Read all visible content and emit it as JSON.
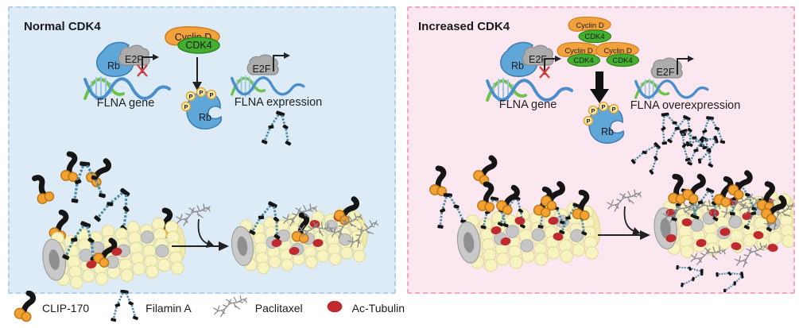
{
  "panels": {
    "left": {
      "title": "Normal CDK4",
      "flna_gene_label": "FLNA gene",
      "flna_expression_label": "FLNA expression"
    },
    "right": {
      "title": "Increased CDK4",
      "flna_gene_label": "FLNA gene",
      "flna_overexpression_label": "FLNA overexpression"
    }
  },
  "molecules": {
    "rb": "Rb",
    "e2f": "E2F",
    "cyclin_d": "Cyclin D",
    "cdk4": "CDK4",
    "phosphate": "P"
  },
  "legend": {
    "items": [
      {
        "name": "clip-170",
        "label": "CLIP-170"
      },
      {
        "name": "filamin-a",
        "label": "Filamin A"
      },
      {
        "name": "paclitaxel",
        "label": "Paclitaxel"
      },
      {
        "name": "ac-tubulin",
        "label": "Ac-Tubulin"
      }
    ]
  },
  "colors": {
    "left_panel_bg": "#DCEBF6",
    "left_panel_border": "#B2D0E6",
    "right_panel_bg": "#FBE7F0",
    "right_panel_border": "#F1A8C6",
    "cyclin_d": "#F3A23B",
    "cdk4": "#44AF2F",
    "rb": "#5EA7D8",
    "e2f": "#ACACAC",
    "dna_strand_blue": "#4A8FCB",
    "dna_strand_green": "#6CC24B",
    "phosphate_fill": "#FAE9A6",
    "ac_tubulin": "#BE2A2E",
    "clip170_orange": "#F2A132",
    "microtubule_yellow": "#F8F4C2",
    "inhibit_x": "#D54040"
  }
}
